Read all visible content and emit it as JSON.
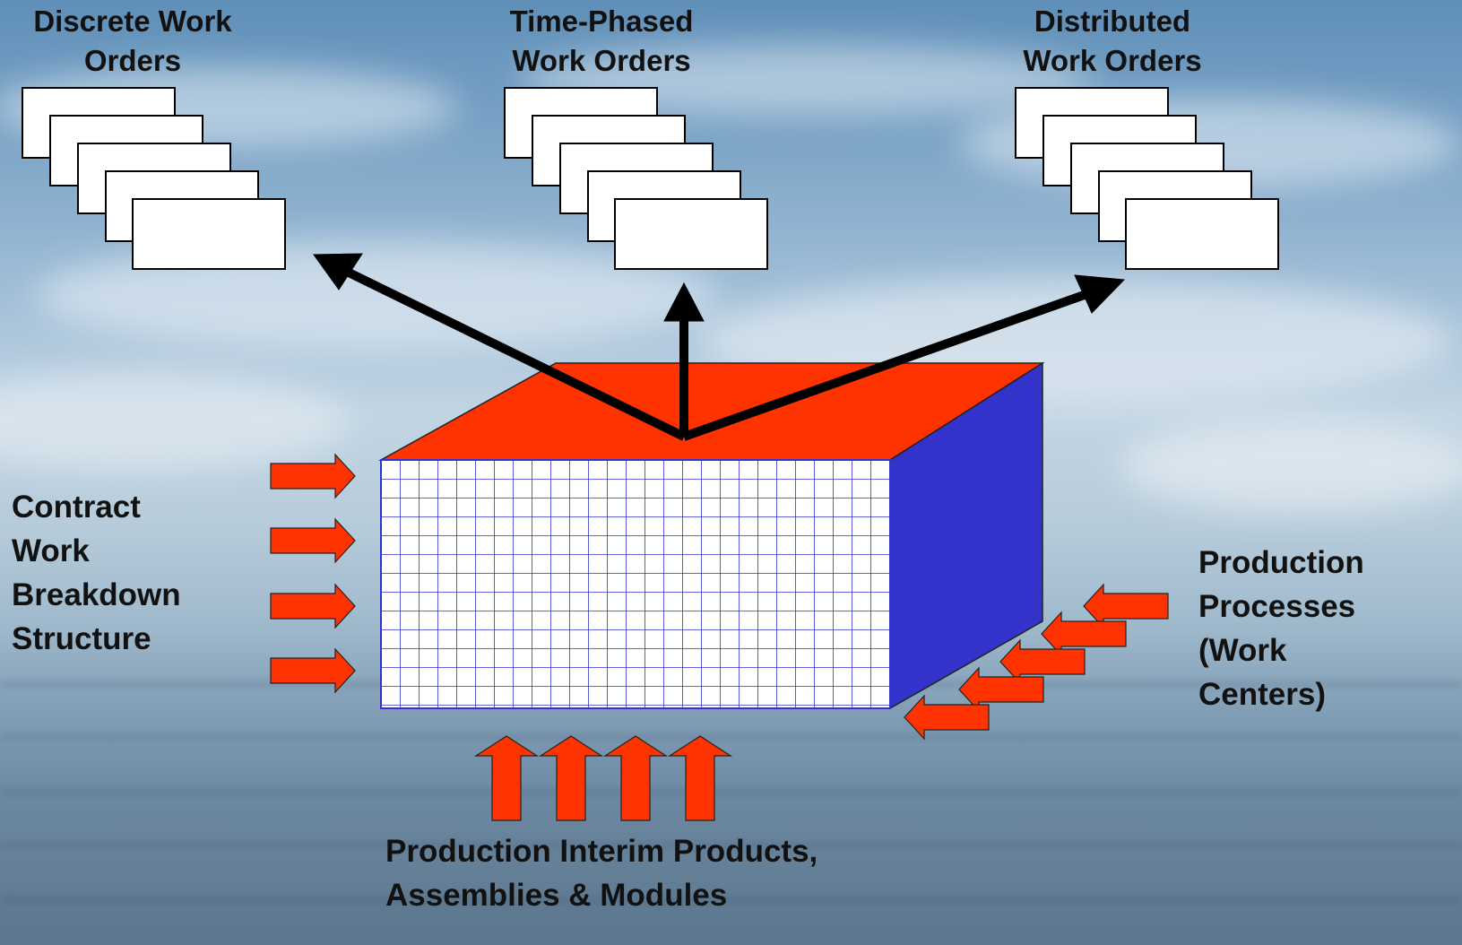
{
  "labels": {
    "discrete": "Discrete Work\nOrders",
    "time_phased": "Time-Phased\nWork Orders",
    "distributed": "Distributed\nWork Orders",
    "contract_wbs": "Contract\nWork\nBreakdown\nStructure",
    "production_processes": "Production\nProcesses\n(Work\nCenters)",
    "interim_products": "Production Interim Products,\nAssemblies & Modules"
  },
  "colors": {
    "box_top": "#ff3300",
    "box_side": "#3333cc",
    "grid_line": "#3333cc",
    "grid_face": "#ffffff",
    "arrow_fill": "#ff3300",
    "black_arrow": "#000000",
    "card_fill": "#ffffff"
  }
}
